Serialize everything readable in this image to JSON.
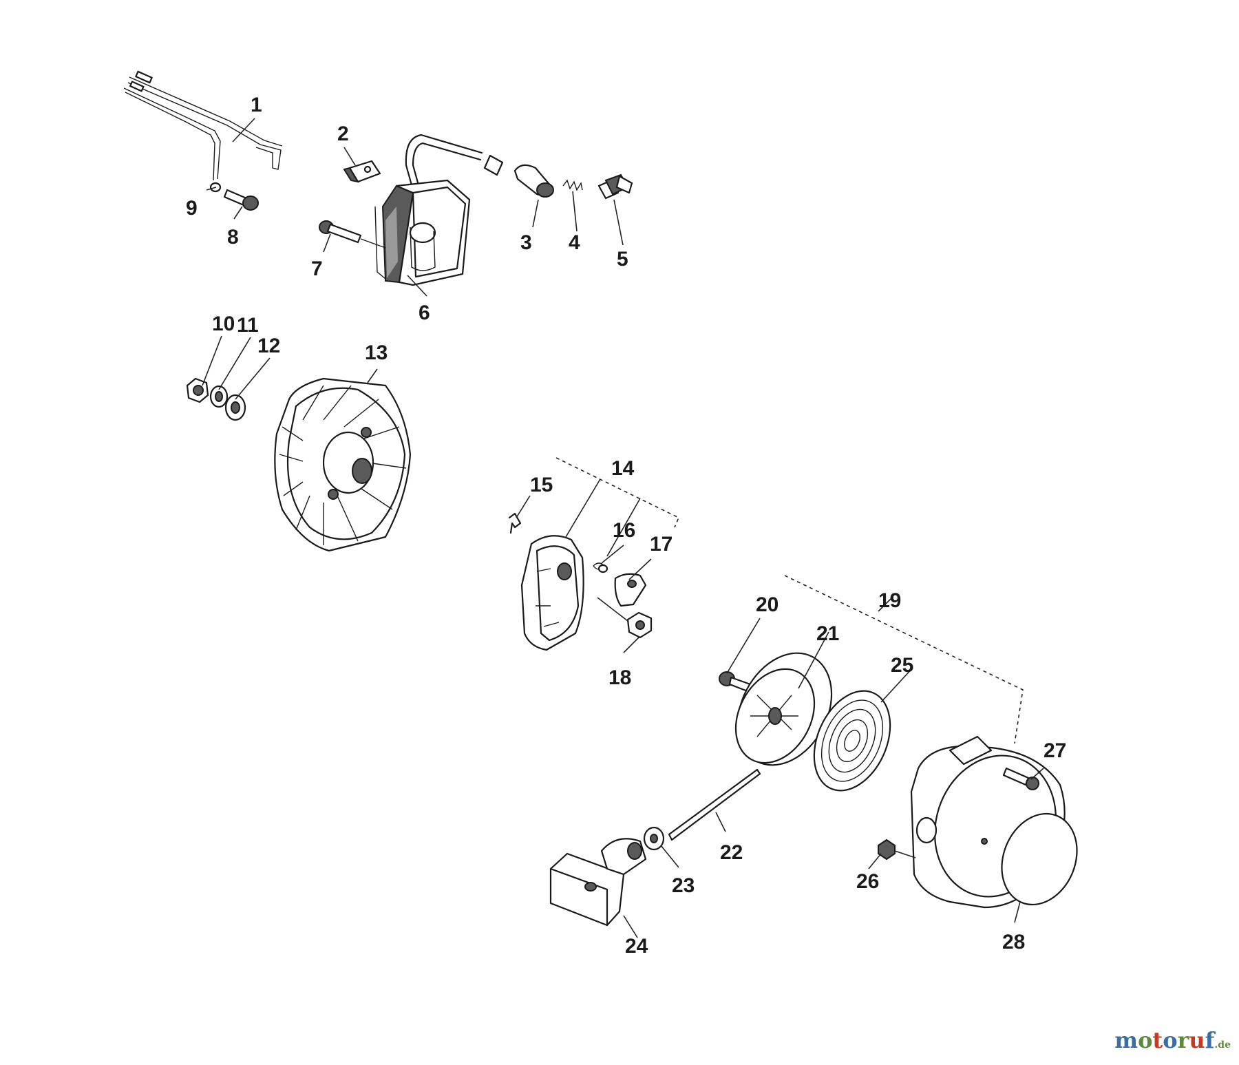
{
  "diagram": {
    "callouts": [
      "1",
      "2",
      "3",
      "4",
      "5",
      "6",
      "7",
      "8",
      "9",
      "10",
      "11",
      "12",
      "13",
      "14",
      "15",
      "16",
      "17",
      "18",
      "19",
      "20",
      "21",
      "22",
      "23",
      "24",
      "25",
      "26",
      "27",
      "28"
    ]
  },
  "watermark": {
    "text": "motoruf",
    "suffix": ".de",
    "colors": [
      "#3a6ea5",
      "#5b8a3a",
      "#c23b22"
    ]
  }
}
